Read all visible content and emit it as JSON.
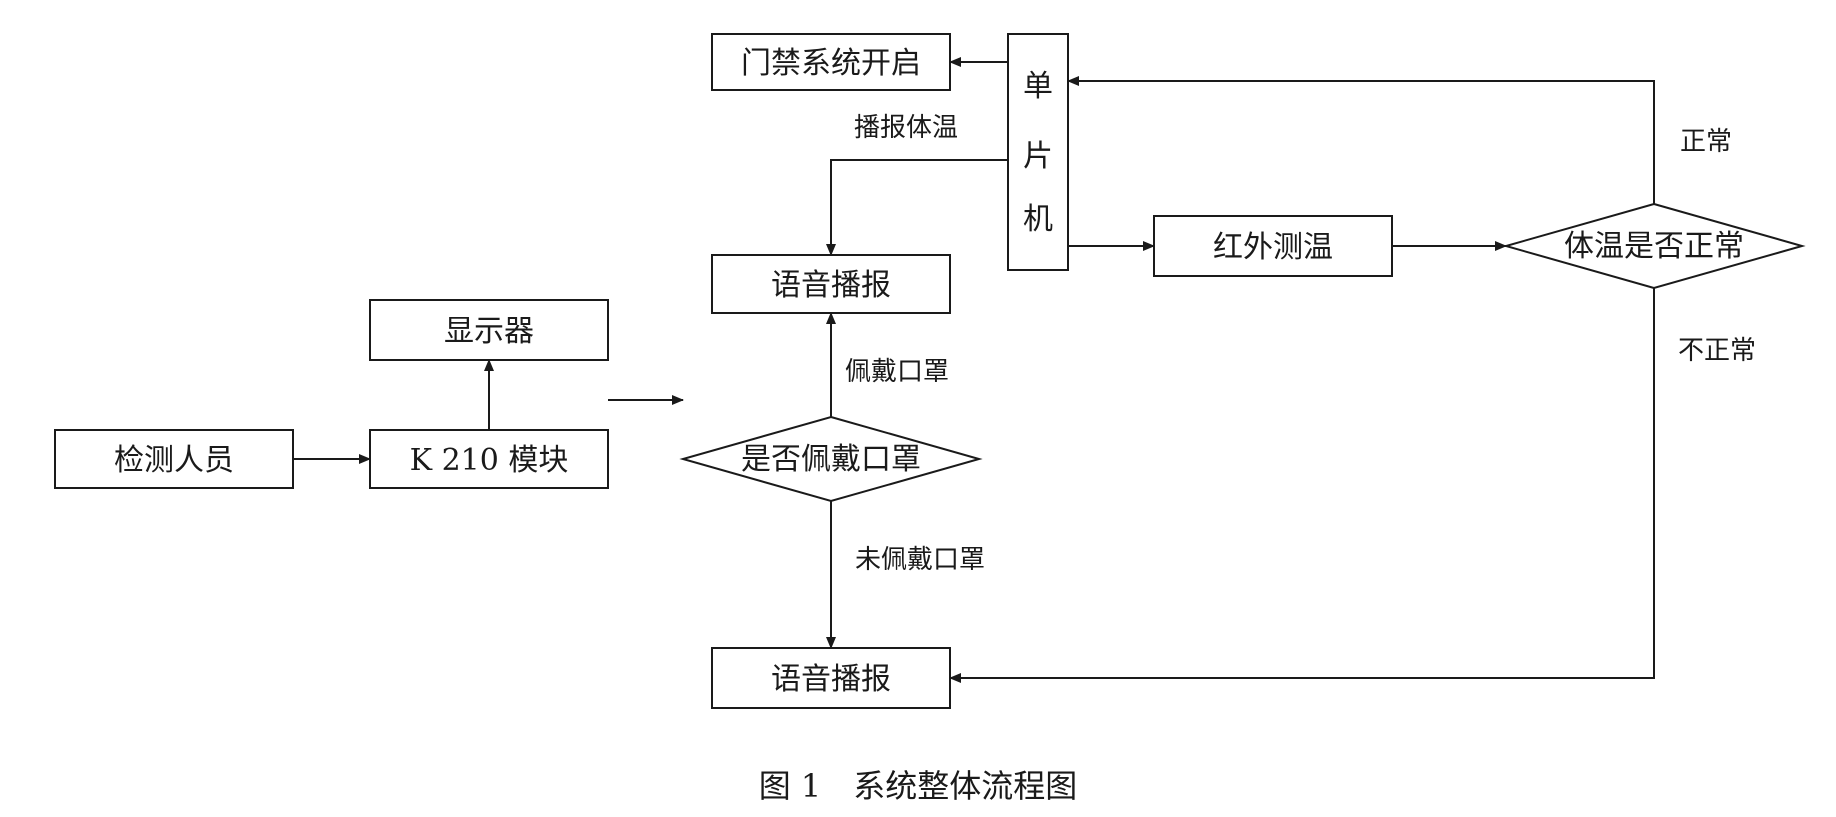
{
  "nodes": {
    "gate": "门禁系统开启",
    "mcu": [
      "单",
      "片",
      "机"
    ],
    "voice_top": "语音播报",
    "display": "显示器",
    "ir": "红外测温",
    "temp_check": "体温是否正常",
    "person": "检测人员",
    "k210": "K 210 模块",
    "mask_check": "是否佩戴口罩",
    "voice_bottom": "语音播报"
  },
  "edges": {
    "broadcast_temp": "播报体温",
    "normal": "正常",
    "mask_on": "佩戴口罩",
    "abnormal": "不正常",
    "mask_off": "未佩戴口罩"
  },
  "caption": "图 1　系统整体流程图"
}
